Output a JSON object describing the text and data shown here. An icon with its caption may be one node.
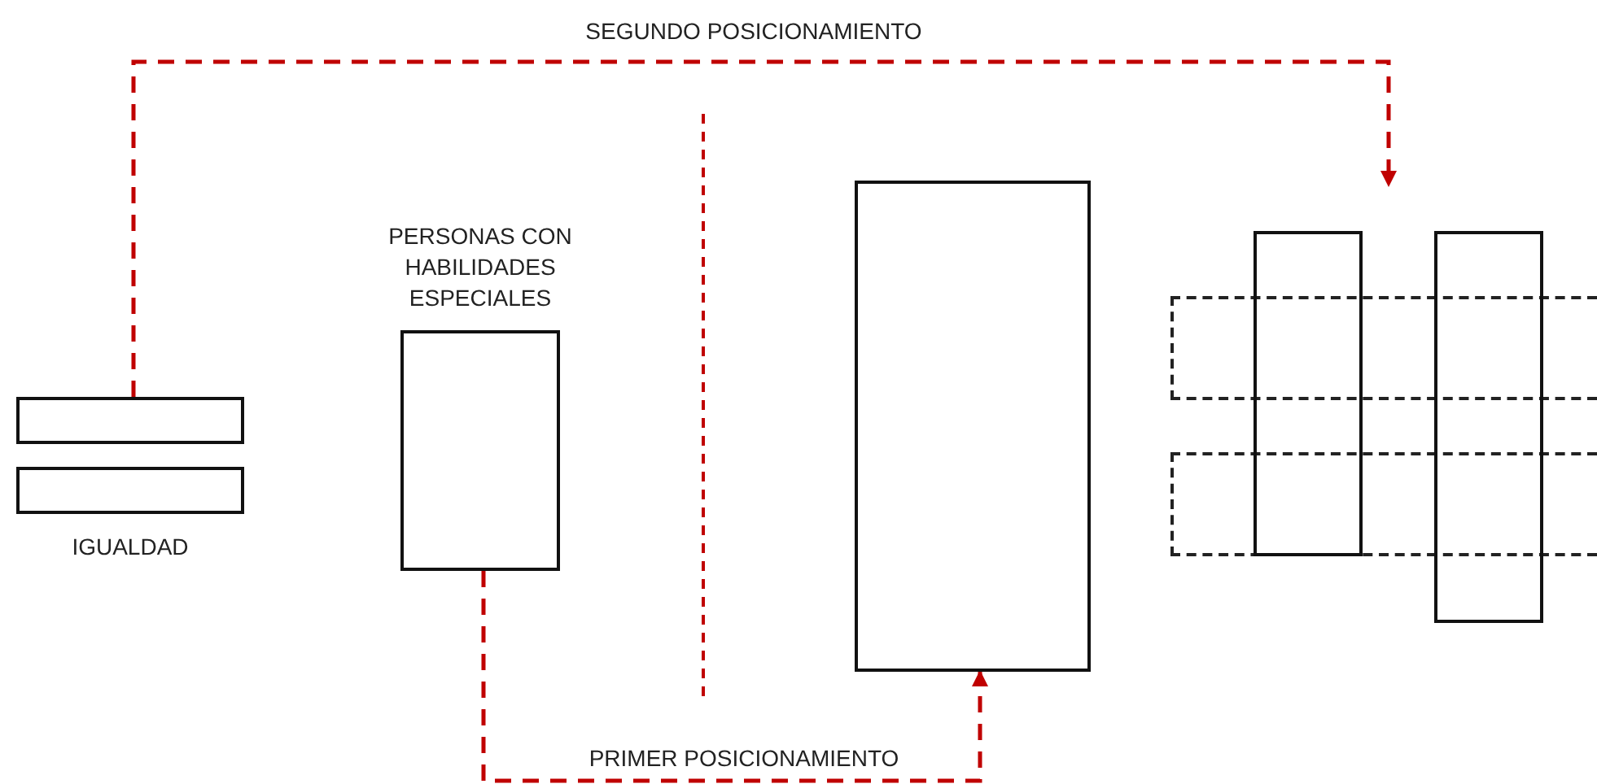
{
  "diagram": {
    "nodes": [
      {
        "text": [],
        "shape": "box"
      },
      {
        "text": [],
        "shape": "box",
        "beside": [
          "IGUALDAD"
        ]
      },
      {
        "text": [
          "PERSONAS CON HABILIDADES ESPECIALES"
        ]
      },
      {
        "text": [],
        "shape": "box"
      },
      {
        "text": [],
        "shape": "box"
      },
      {
        "text": [],
        "shape": "box"
      },
      {
        "text": [],
        "shape": "box"
      },
      {
        "text": [],
        "shape": "box"
      }
    ],
    "edges": [
      {
        "from": 2,
        "to": 3,
        "arrow": "to",
        "label": "PRIMER POSICIONAMIENTO",
        "style": "dashed"
      },
      {
        "from": 0,
        "to": null,
        "arrow": "to",
        "label": "SEGUNDO POSICIONAMIENTO",
        "style": "dashed"
      }
    ]
  }
}
